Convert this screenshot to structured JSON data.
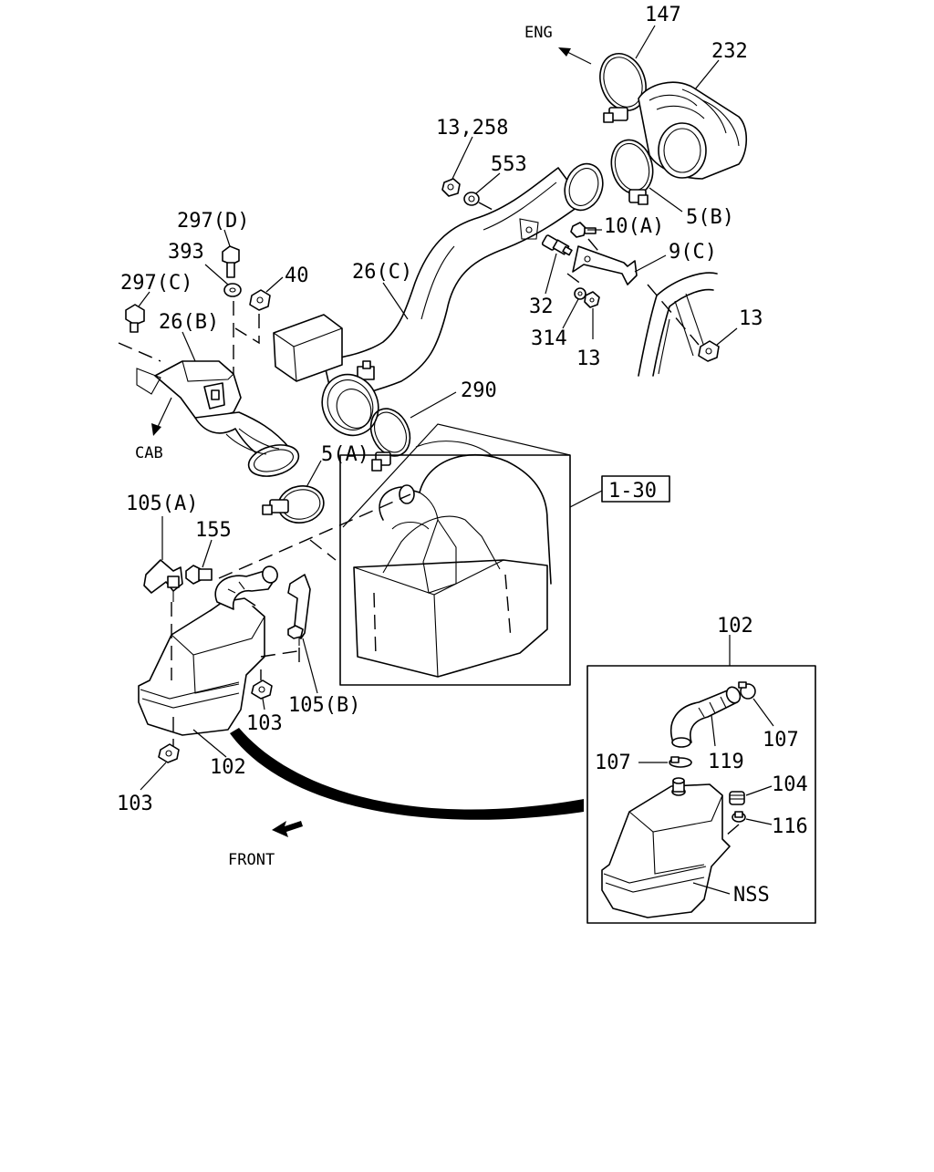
{
  "labels": {
    "eng": "ENG",
    "cab": "CAB",
    "front": "FRONT",
    "p147": "147",
    "p232": "232",
    "p13_258": "13,258",
    "p553": "553",
    "p10a": "10(A)",
    "p5b": "5(B)",
    "p9c": "9(C)",
    "p297d": "297(D)",
    "p393": "393",
    "p40": "40",
    "p26c": "26(C)",
    "p297c": "297(C)",
    "p26b": "26(B)",
    "p32": "32",
    "p314": "314",
    "p13_a": "13",
    "p13_b": "13",
    "p290": "290",
    "p5a": "5(A)",
    "p1_30": "1-30",
    "p105a": "105(A)",
    "p155": "155",
    "p105b": "105(B)",
    "p103_a": "103",
    "p102_a": "102",
    "p103_b": "103",
    "p102_b": "102",
    "p107_a": "107",
    "p107_b": "107",
    "p119": "119",
    "p104": "104",
    "p116": "116",
    "nss": "NSS"
  }
}
